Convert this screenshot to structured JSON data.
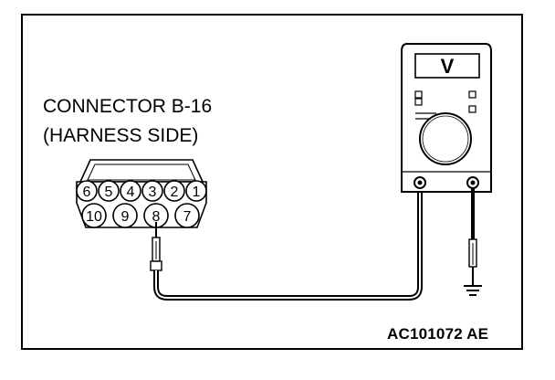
{
  "connector": {
    "name": "CONNECTOR B-16",
    "side": "(HARNESS SIDE)",
    "pins_top": [
      "6",
      "5",
      "4",
      "3",
      "2",
      "1"
    ],
    "pins_bottom": [
      "10",
      "9",
      "8",
      "7"
    ],
    "probed_pin": "8"
  },
  "meter": {
    "mode_symbol": "V"
  },
  "figure_id": "AC101072 AE",
  "icons": [
    "voltmeter-icon",
    "ground-icon",
    "test-probe-icon"
  ]
}
